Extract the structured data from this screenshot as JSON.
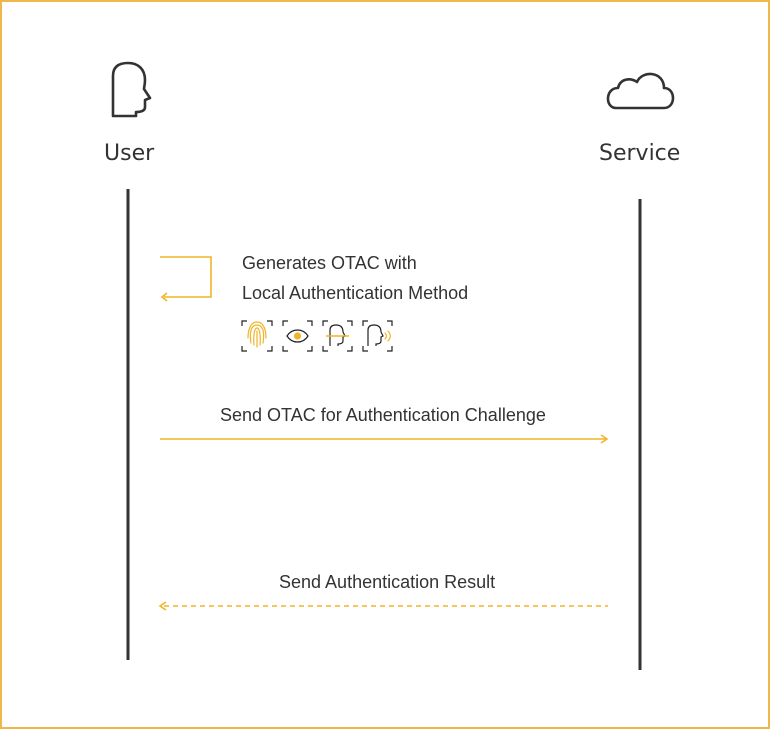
{
  "diagram": {
    "accent_color": "#f0b429",
    "line_color": "#333333",
    "actors": {
      "user": {
        "label": "User",
        "icon": "head-profile-icon"
      },
      "service": {
        "label": "Service",
        "icon": "cloud-icon"
      }
    },
    "steps": {
      "self_message": {
        "line1": "Generates OTAC with",
        "line2": "Local Authentication Method",
        "methods": [
          "fingerprint-icon",
          "eye-scan-icon",
          "face-scan-icon",
          "voice-scan-icon"
        ]
      },
      "request": {
        "label": "Send OTAC for Authentication Challenge",
        "style": "solid"
      },
      "response": {
        "label": "Send Authentication Result",
        "style": "dashed"
      }
    }
  }
}
